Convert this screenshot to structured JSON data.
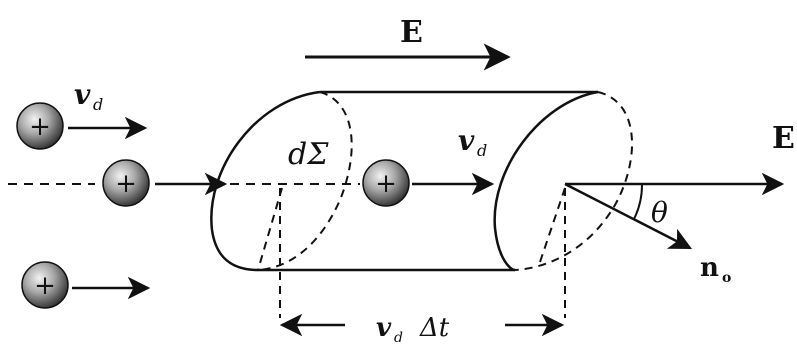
{
  "labels": {
    "field_top": "E",
    "field_right": "E",
    "velocity_left": "v",
    "velocity_left_sub": "d",
    "velocity_center": "v",
    "velocity_center_sub": "d",
    "area_element": "dΣ",
    "angle": "θ",
    "normal": "n",
    "normal_sub": "o",
    "length_v": "v",
    "length_sub": "d",
    "length_dt": "Δt"
  },
  "charge_symbol": "+"
}
